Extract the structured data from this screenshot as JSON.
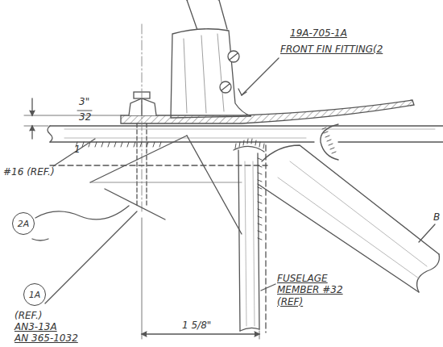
{
  "diagram": {
    "nodes": [
      {
        "text": [
          "2A"
        ]
      },
      {
        "text": [
          "1A"
        ]
      }
    ],
    "labels": [
      "19A-705-1A",
      "FRONT FIN FITTING(2",
      "3\"",
      "32",
      "#16 (REF.)",
      "1",
      "(REF.)",
      "AN3-13A",
      "AN 365-1032",
      "FUSELAGE MEMBER #32 (REF)",
      "1 5/8\"",
      "B"
    ]
  }
}
